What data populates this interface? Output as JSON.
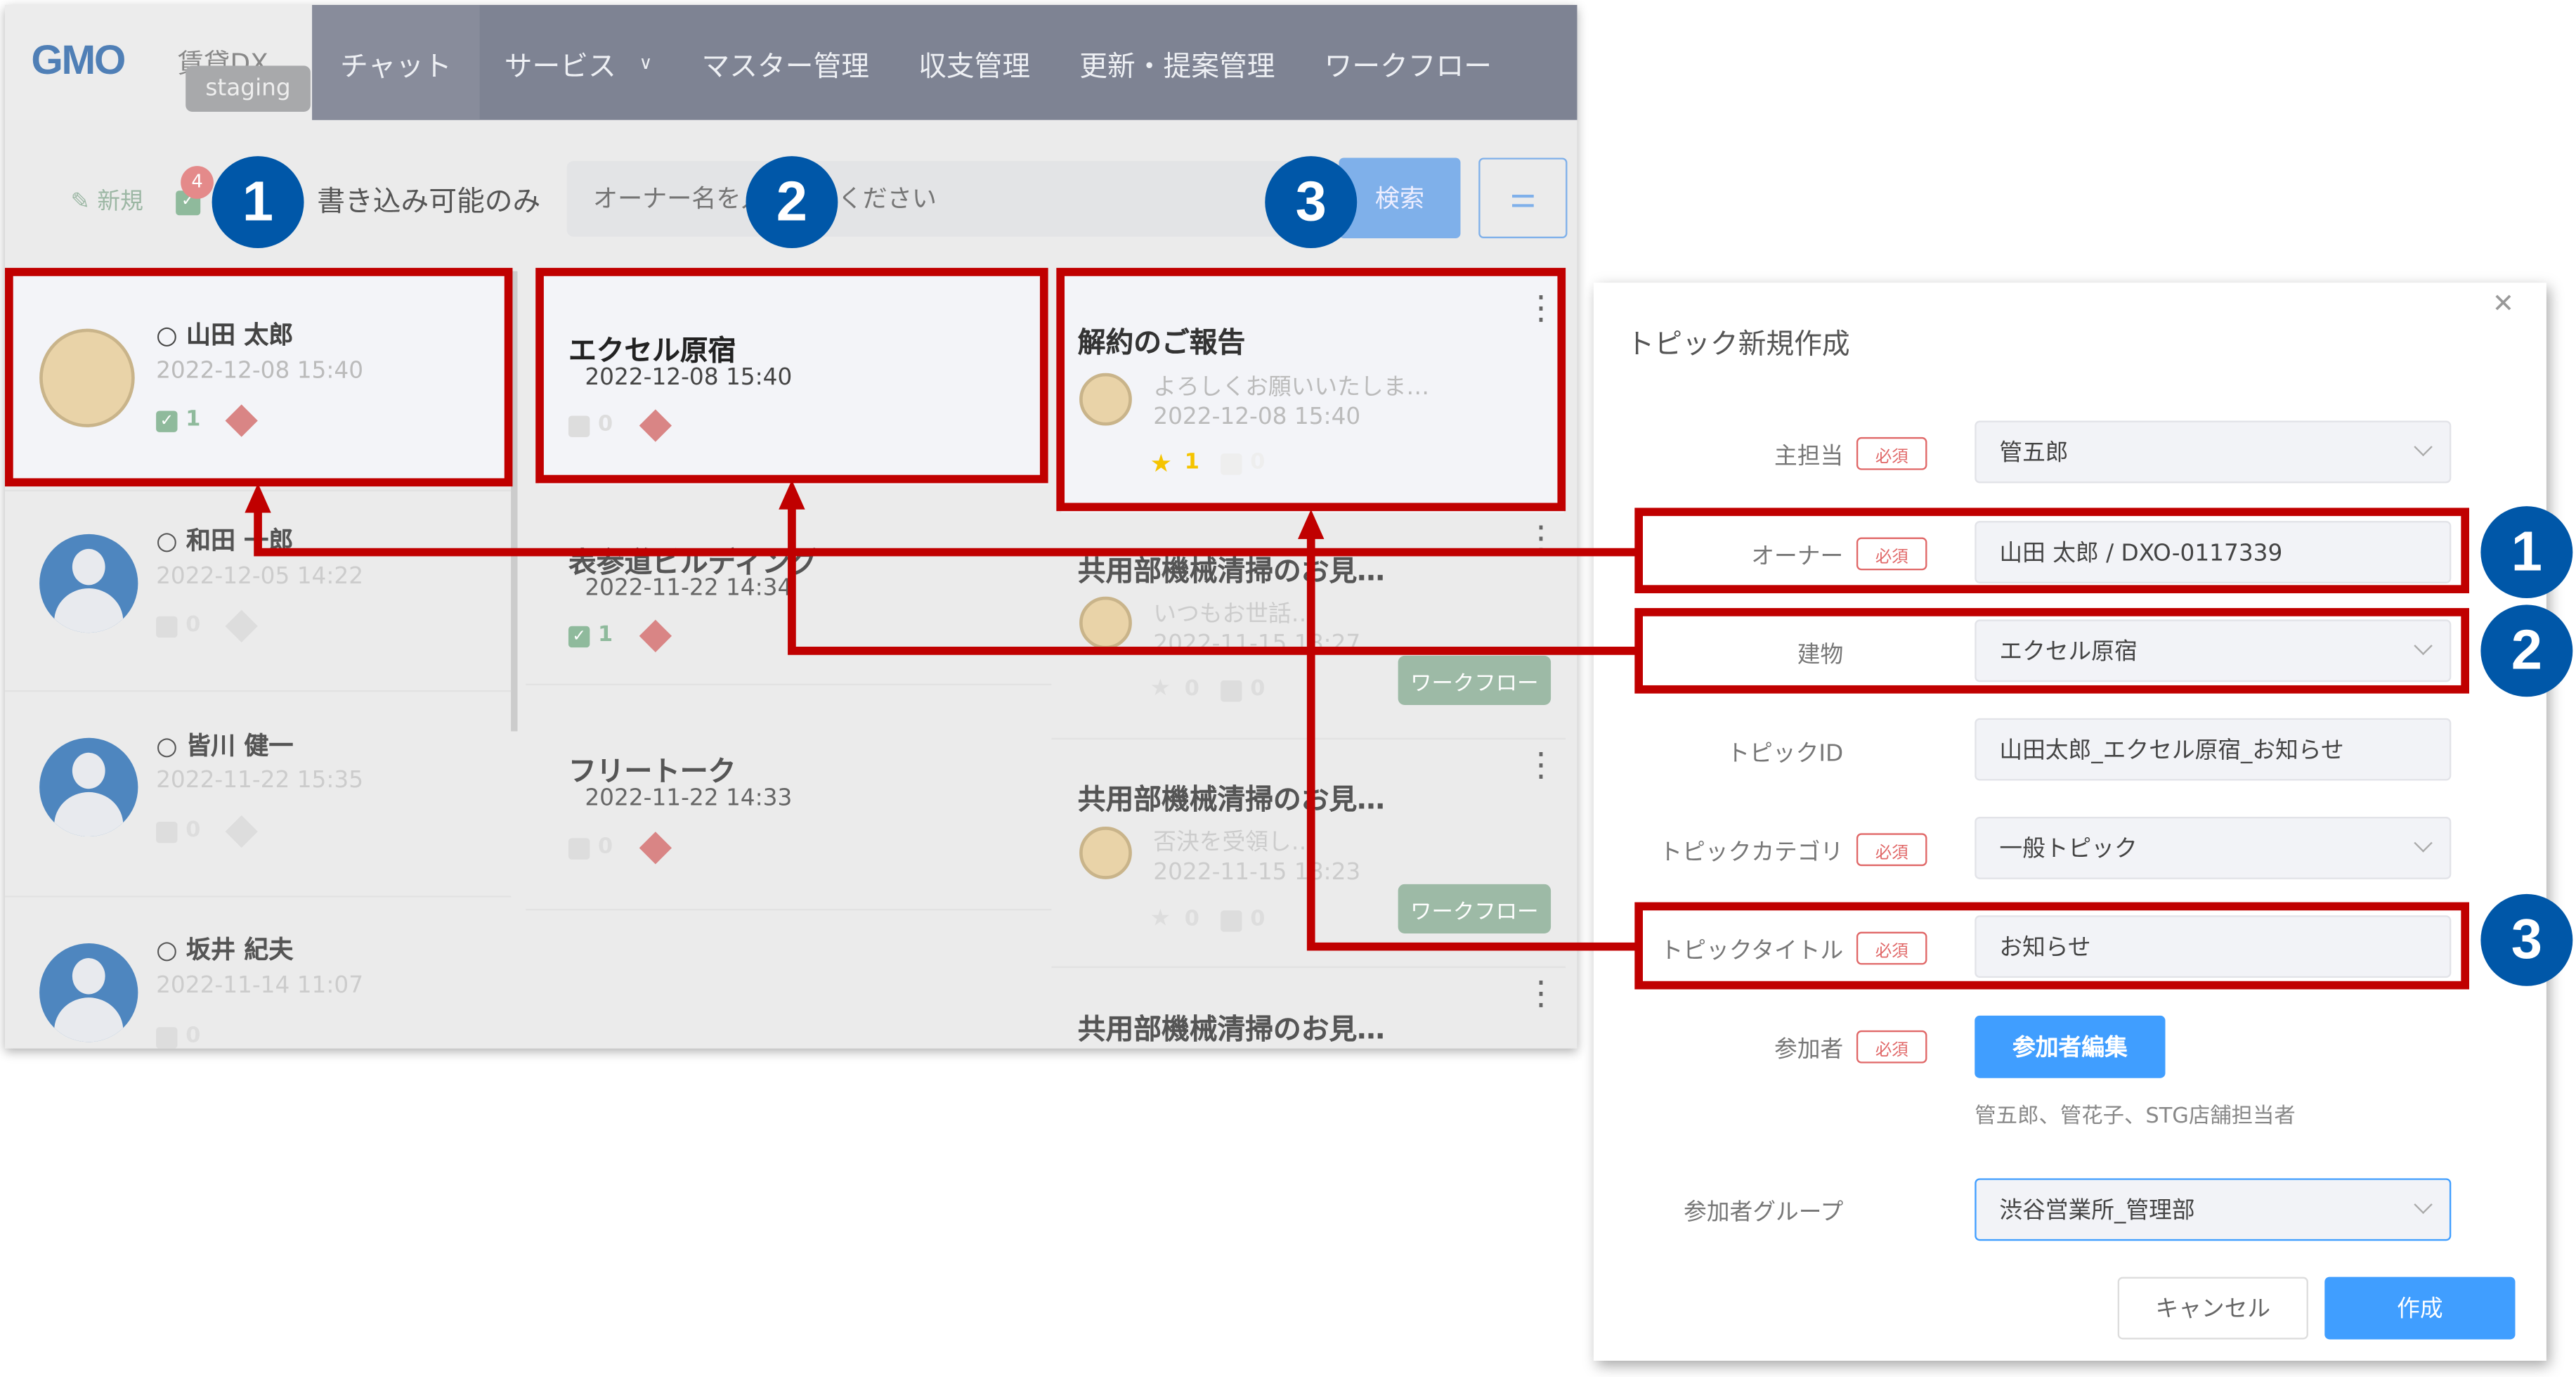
{
  "header": {
    "logo": "GMO",
    "logo_sub": "賃貸DX",
    "env_badge": "staging",
    "nav": [
      "チャット",
      "サービス",
      "マスター管理",
      "収支管理",
      "更新・提案管理",
      "ワークフロー"
    ]
  },
  "toolbar": {
    "new_label": "新規",
    "badge_count": "4",
    "writable_only_label": "書き込み可能のみ",
    "search_placeholder": "オーナー名を入力してください",
    "search_label": "検索"
  },
  "owners": [
    {
      "name": "山田 太郎",
      "date": "2022-12-08 15:40",
      "count": "1"
    },
    {
      "name": "和田 一郎",
      "date": "2022-12-05 14:22",
      "count": "0"
    },
    {
      "name": "皆川 健一",
      "date": "2022-11-22 15:35",
      "count": "0"
    },
    {
      "name": "坂井 紀夫",
      "date": "2022-11-14 11:07",
      "count": "0"
    }
  ],
  "buildings": [
    {
      "name": "エクセル原宿",
      "date": "2022-12-08 15:40",
      "count": "0"
    },
    {
      "name": "表参道ビルディング",
      "date": "2022-11-22 14:34",
      "count": "1"
    },
    {
      "name": "フリートーク",
      "date": "2022-11-22 14:33",
      "count": "0"
    }
  ],
  "topics": [
    {
      "title": "解約のご報告",
      "preview": "よろしくお願いいたしま…",
      "date": "2022-12-08 15:40",
      "stars": "1",
      "count": "0"
    },
    {
      "title": "共用部機械清掃のお見…",
      "preview": "いつもお世話…",
      "date": "2022-11-15 18:27",
      "stars": "0",
      "count": "0",
      "tag": "ワークフロー"
    },
    {
      "title": "共用部機械清掃のお見…",
      "preview": "否決を受領し…",
      "date": "2022-11-15 18:23",
      "stars": "0",
      "count": "0",
      "tag": "ワークフロー"
    },
    {
      "title": "共用部機械清掃のお見…"
    }
  ],
  "dialog": {
    "title": "トピック新規作成",
    "required": "必須",
    "fields": [
      {
        "label": "主担当",
        "value": "管五郎"
      },
      {
        "label": "オーナー",
        "value": "山田 太郎 / DXO-0117339"
      },
      {
        "label": "建物",
        "value": "エクセル原宿"
      },
      {
        "label": "トピックID",
        "value": "山田太郎_エクセル原宿_お知らせ"
      },
      {
        "label": "トピックカテゴリ",
        "value": "一般トピック"
      },
      {
        "label": "トピックタイトル",
        "value": "お知らせ"
      },
      {
        "label": "参加者",
        "button": "参加者編集",
        "note": "管五郎、管花子、STG店舗担当者"
      },
      {
        "label": "参加者グループ",
        "value": "渋谷営業所_管理部"
      }
    ],
    "cancel": "キャンセル",
    "create": "作成"
  },
  "callouts": [
    "1",
    "2",
    "3"
  ],
  "colors": {
    "callout": "#0057a8",
    "highlight": "#c00000",
    "primary": "#409eff",
    "nav": "#7e8393"
  }
}
